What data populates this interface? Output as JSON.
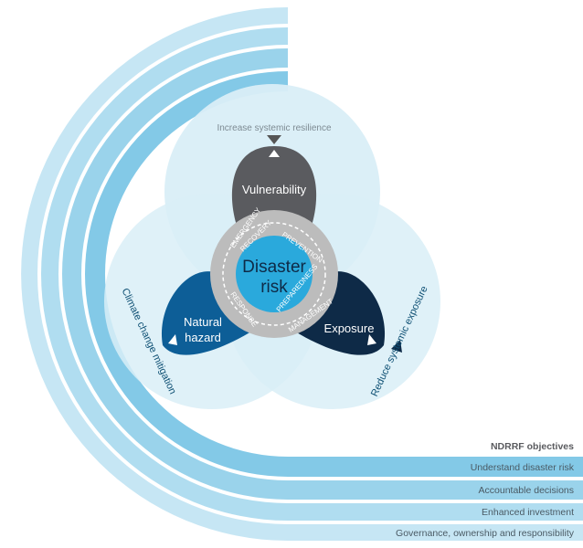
{
  "center": {
    "line1": "Disaster",
    "line2": "risk"
  },
  "petals": {
    "top": "Vulnerability",
    "left_line1": "Natural",
    "left_line2": "hazard",
    "right": "Exposure"
  },
  "ring_labels": {
    "emergency": "EMERGENCY",
    "recovery": "RECOVERY",
    "prevention": "PREVENTION",
    "response": "RESPONSE",
    "preparedness": "PREPAREDNESS",
    "management": "MANAGEMENT"
  },
  "arc_labels": {
    "top": "Increase systemic resilience",
    "left": "Climate change mitigation",
    "right": "Reduce systemic exposure"
  },
  "objectives": {
    "header": "NDRRF objectives",
    "items": [
      "Understand disaster risk",
      "Accountable decisions",
      "Enhanced investment",
      "Governance, ownership and responsibility"
    ]
  },
  "colors": {
    "band_outer": "#bfe3f2",
    "band_mid": "#a6d8ee",
    "band_inner": "#8fcde9",
    "band_core": "#74c1e4",
    "venn": "#d8eef7",
    "venn_overlap": "#c3e4f2",
    "vulnerability": "#595a5e",
    "natural_hazard": "#0d5d96",
    "exposure": "#0e2a47",
    "ring": "#bdbdbd",
    "center": "#29a9dc",
    "text_dark": "#0d4f73"
  }
}
